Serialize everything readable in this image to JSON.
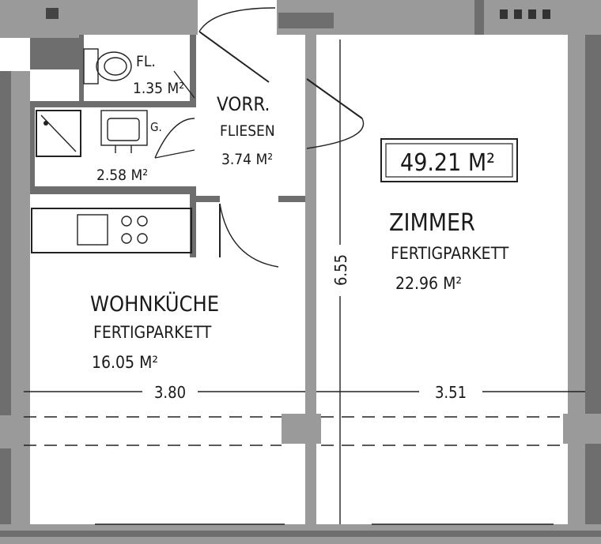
{
  "total_area": "49.21 M²",
  "rooms": {
    "fl": {
      "name": "FL.",
      "area": "1.35 M²"
    },
    "vorr": {
      "name": "VORR.",
      "floor": "FLIESEN",
      "area": "3.74 M²"
    },
    "bath": {
      "name": "G.",
      "area": "2.58 M²"
    },
    "zimmer": {
      "name": "ZIMMER",
      "floor": "FERTIGPARKETT",
      "area": "22.96 M²"
    },
    "wohnkueche": {
      "name": "WOHNKÜCHE",
      "floor": "FERTIGPARKETT",
      "area": "16.05 M²"
    }
  },
  "dimensions": {
    "width_left": "3.80",
    "width_right": "3.51",
    "height": "6.55"
  }
}
